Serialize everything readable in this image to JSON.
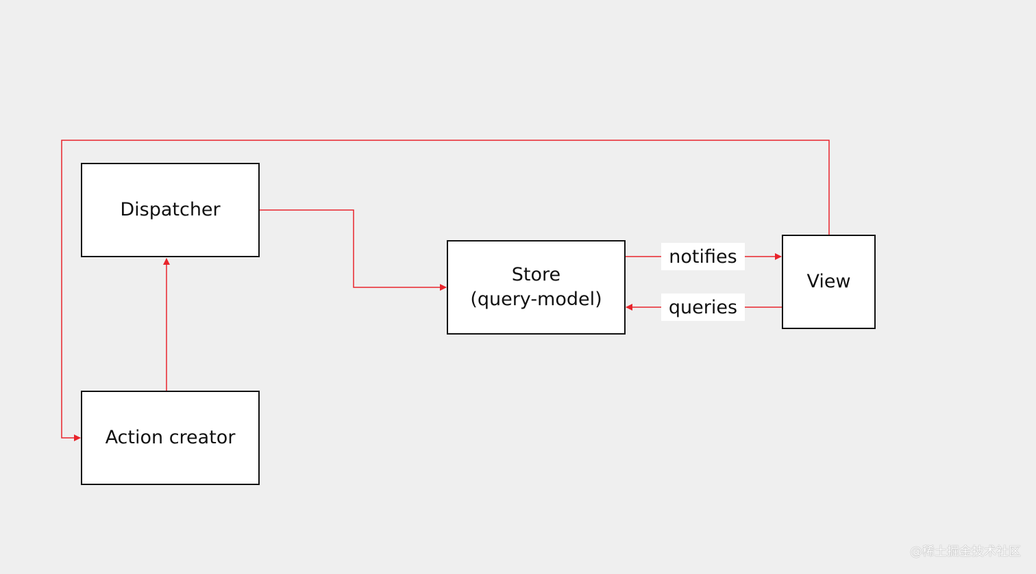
{
  "colors": {
    "background": "#efefef",
    "node_fill": "#ffffff",
    "node_border": "#111111",
    "connector": "#e8242b",
    "text": "#111111"
  },
  "nodes": {
    "dispatcher": {
      "label": "Dispatcher"
    },
    "action_creator": {
      "label": "Action creator"
    },
    "store": {
      "label": "Store\n(query-model)"
    },
    "view": {
      "label": "View"
    }
  },
  "edges": [
    {
      "from": "dispatcher",
      "to": "store",
      "label": ""
    },
    {
      "from": "action_creator",
      "to": "dispatcher",
      "label": ""
    },
    {
      "from": "view",
      "to": "action_creator",
      "label": ""
    },
    {
      "from": "store",
      "to": "view",
      "label": "notifies"
    },
    {
      "from": "view",
      "to": "store",
      "label": "queries"
    }
  ],
  "edge_labels": {
    "notifies": "notifies",
    "queries": "queries"
  },
  "watermark": "@稀土掘金技术社区"
}
